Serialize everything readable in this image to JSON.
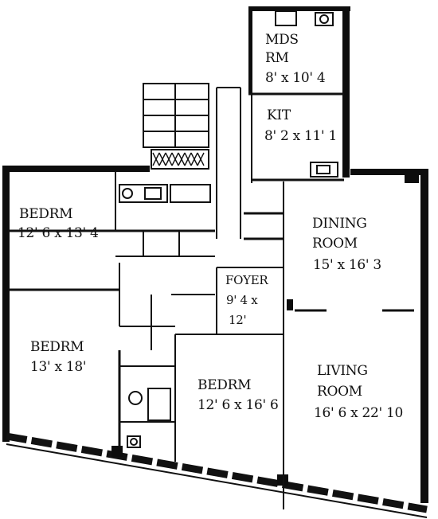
{
  "rooms": [
    {
      "id": "maids-rm",
      "name_lines": [
        "MDS",
        "RM"
      ],
      "dim_lines": [
        "8' x 10' 4"
      ]
    },
    {
      "id": "kitchen",
      "name_lines": [
        "KIT"
      ],
      "dim_lines": [
        "8' 2 x 11' 1"
      ]
    },
    {
      "id": "bedroom-1",
      "name_lines": [
        "BEDRM"
      ],
      "dim_lines": [
        "12' 6 x 13' 4"
      ]
    },
    {
      "id": "dining-room",
      "name_lines": [
        "DINING",
        "ROOM"
      ],
      "dim_lines": [
        "15' x 16' 3"
      ]
    },
    {
      "id": "foyer",
      "name_lines": [
        "FOYER"
      ],
      "dim_lines": [
        "9' 4 x",
        "12'"
      ]
    },
    {
      "id": "bedroom-2",
      "name_lines": [
        "BEDRM"
      ],
      "dim_lines": [
        "13' x 18'"
      ]
    },
    {
      "id": "bedroom-3",
      "name_lines": [
        "BEDRM"
      ],
      "dim_lines": [
        "12' 6 x 16' 6"
      ]
    },
    {
      "id": "living-room",
      "name_lines": [
        "LIVING",
        "ROOM"
      ],
      "dim_lines": [
        "16' 6 x 22' 10"
      ]
    }
  ],
  "colors": {
    "ink": "#0d0d0d",
    "paper": "#ffffff"
  }
}
